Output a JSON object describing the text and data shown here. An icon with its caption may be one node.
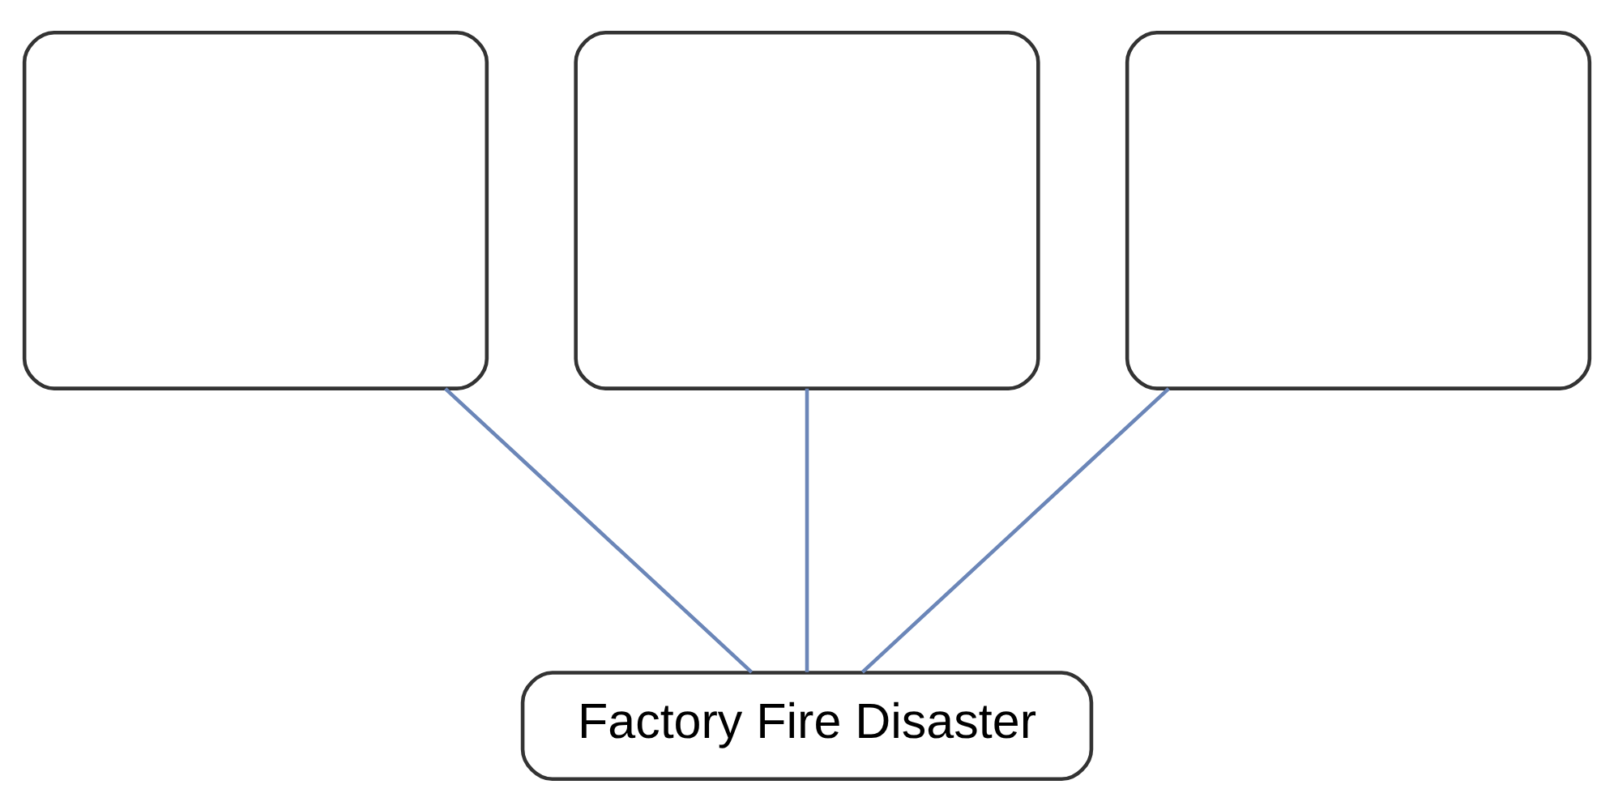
{
  "diagram": {
    "nodes": [
      {
        "text": [],
        "shape": "box"
      },
      {
        "text": [],
        "shape": "box"
      },
      {
        "text": [],
        "shape": "box"
      },
      {
        "text": [
          "Factory Fire Disaster"
        ]
      }
    ],
    "edges": [
      {
        "from": 0,
        "to": 3,
        "arrow": "none"
      },
      {
        "from": 1,
        "to": 3,
        "arrow": "none"
      },
      {
        "from": 2,
        "to": 3,
        "arrow": "none"
      }
    ]
  }
}
